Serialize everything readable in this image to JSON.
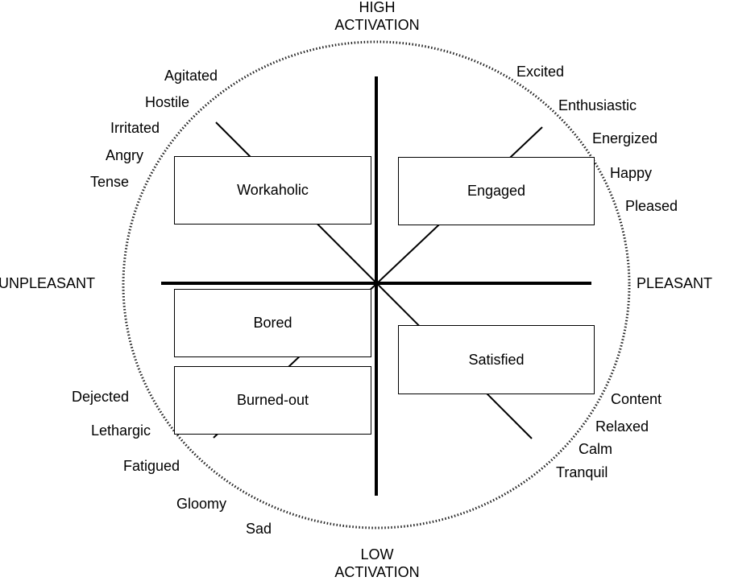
{
  "axes": {
    "top": [
      "HIGH",
      "ACTIVATION"
    ],
    "bottom": [
      "LOW",
      "ACTIVATION"
    ],
    "left": "UNPLEASANT",
    "right": "PLEASANT"
  },
  "quadrant_boxes": {
    "workaholic": "Workaholic",
    "engaged": "Engaged",
    "bored": "Bored",
    "burned_out": "Burned-out",
    "satisfied": "Satisfied"
  },
  "affect_words": {
    "upper_left": [
      "Agitated",
      "Hostile",
      "Irritated",
      "Angry",
      "Tense"
    ],
    "upper_right": [
      "Excited",
      "Enthusiastic",
      "Energized",
      "Happy",
      "Pleased"
    ],
    "lower_left": [
      "Dejected",
      "Lethargic",
      "Fatigued",
      "Gloomy",
      "Sad"
    ],
    "lower_right": [
      "Content",
      "Relaxed",
      "Calm",
      "Tranquil"
    ]
  },
  "colors": {
    "line": "#000000",
    "background": "#ffffff"
  }
}
